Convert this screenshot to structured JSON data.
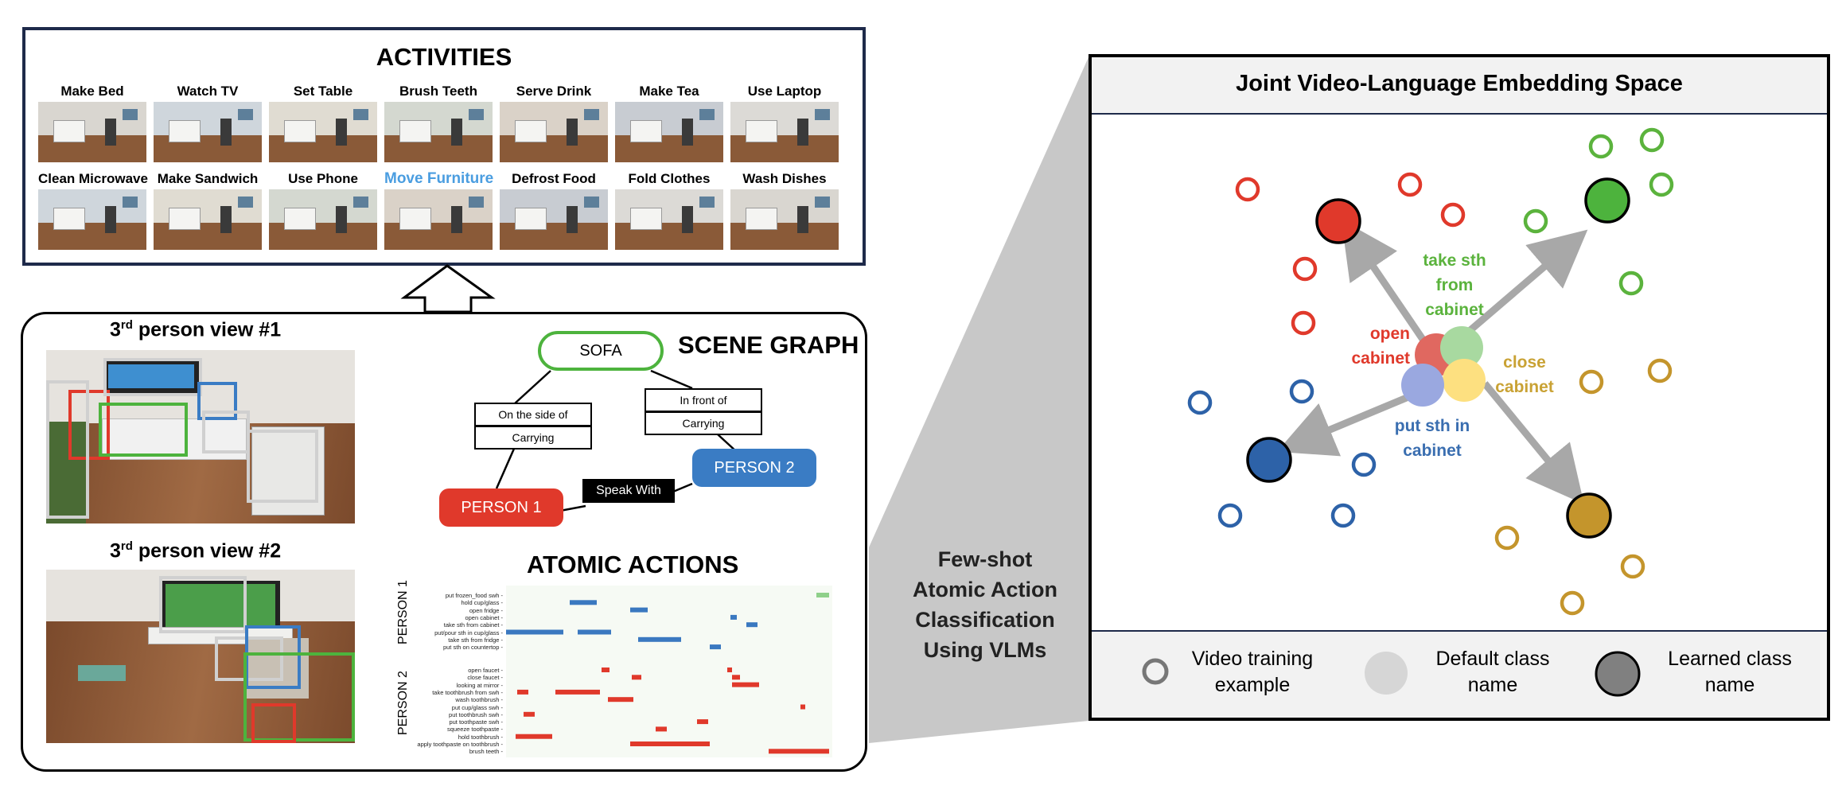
{
  "activities": {
    "title": "ACTIVITIES",
    "rows": [
      [
        {
          "label": "Make Bed",
          "highlight": false
        },
        {
          "label": "Watch TV",
          "highlight": false
        },
        {
          "label": "Set Table",
          "highlight": false
        },
        {
          "label": "Brush Teeth",
          "highlight": false
        },
        {
          "label": "Serve Drink",
          "highlight": false
        },
        {
          "label": "Make Tea",
          "highlight": false
        },
        {
          "label": "Use Laptop",
          "highlight": false
        }
      ],
      [
        {
          "label": "Clean Microwave",
          "highlight": false
        },
        {
          "label": "Make Sandwich",
          "highlight": false
        },
        {
          "label": "Use Phone",
          "highlight": false
        },
        {
          "label": "Move Furniture",
          "highlight": true
        },
        {
          "label": "Defrost Food",
          "highlight": false
        },
        {
          "label": "Fold Clothes",
          "highlight": false
        },
        {
          "label": "Wash Dishes",
          "highlight": false
        }
      ]
    ],
    "highlight_color": "#4a9de0"
  },
  "views": {
    "view1": {
      "prefix": "3",
      "sup": "rd",
      "suffix": " person view #1"
    },
    "view2": {
      "prefix": "3",
      "sup": "rd",
      "suffix": " person view #2"
    }
  },
  "scene_graph": {
    "title": "SCENE GRAPH",
    "nodes": {
      "sofa": {
        "label": "SOFA",
        "color": "#4db33d"
      },
      "person1": {
        "label": "PERSON 1",
        "color": "#e0392b"
      },
      "person2": {
        "label": "PERSON 2",
        "color": "#3a7cc4"
      }
    },
    "relations": {
      "side": "On the side of",
      "carry1": "Carrying",
      "front": "In front of",
      "carry2": "Carrying",
      "speak": "Speak With"
    }
  },
  "atomic_actions": {
    "title": "ATOMIC ACTIONS",
    "person1_label": "PERSON 1",
    "person2_label": "PERSON 2",
    "person1_actions": [
      "put frozen_food swh",
      "hold cup/glass",
      "open fridge",
      "open cabinet",
      "take sth from cabinet",
      "put/pour sth in cup/glass",
      "take sth from fridge",
      "put sth on countertop"
    ],
    "person2_actions": [
      "open faucet",
      "close faucet",
      "looking at mirror",
      "take toothbrush from swh",
      "wash toothbrush",
      "put cup/glass swh",
      "put toothbrush swh",
      "put toothpaste swh",
      "squeeze toothpaste",
      "hold toothbrush",
      "apply toothpaste on toothbrush",
      "brush teeth"
    ]
  },
  "few_shot": {
    "line1": "Few-shot",
    "line2": "Atomic Action",
    "line3": "Classification",
    "line4": "Using VLMs"
  },
  "embedding": {
    "title": "Joint Video-Language Embedding Space",
    "labels": {
      "open": {
        "l1": "open",
        "l2": "cabinet",
        "color": "#e0392b"
      },
      "take": {
        "l1": "take sth",
        "l2": "from",
        "l3": "cabinet",
        "color": "#5bb33d"
      },
      "close": {
        "l1": "close",
        "l2": "cabinet",
        "color": "#c9a234"
      },
      "put": {
        "l1": "put sth in",
        "l2": "cabinet",
        "color": "#3a6eb0"
      }
    },
    "legend": {
      "video": {
        "l1": "Video training",
        "l2": "example"
      },
      "default": {
        "l1": "Default class",
        "l2": "name"
      },
      "learned": {
        "l1": "Learned class",
        "l2": "name"
      }
    }
  }
}
